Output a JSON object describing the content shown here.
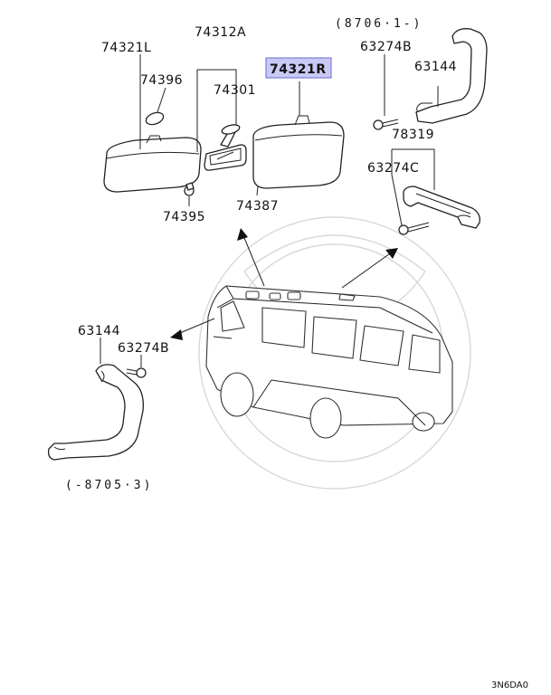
{
  "parts": {
    "p74321L": "74321L",
    "p74396": "74396",
    "p74312A": "74312A",
    "p74301": "74301",
    "p74321R": "74321R",
    "p74395": "74395",
    "p74387": "74387",
    "p63274B_top": "63274B",
    "p63144_top": "63144",
    "p78319": "78319",
    "p63274C": "63274C",
    "p63144_left": "63144",
    "p63274B_left": "63274B"
  },
  "dates": {
    "top_right": "(8706·1-)",
    "bottom_left": "(-8705·3)"
  },
  "diagram_code": "3N6DA0",
  "highlight": {
    "part": "74321R",
    "color": "#c9c9f5"
  }
}
